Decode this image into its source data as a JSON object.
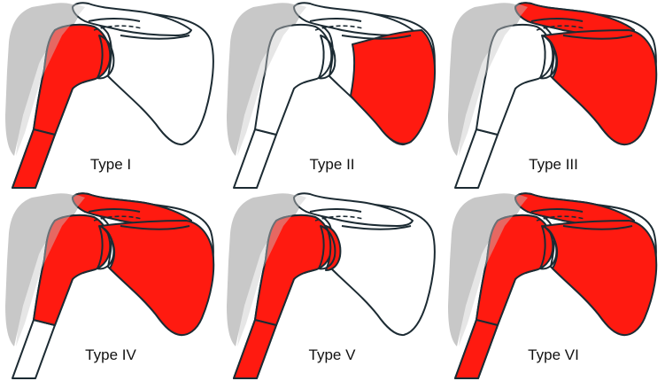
{
  "colors": {
    "affected": "#ff1a10",
    "bone_outline": "#1c2b33",
    "shadow": "#c8c8c8",
    "background": "#ffffff"
  },
  "panels": [
    {
      "label": "Type I",
      "regions": [
        "humeral-head",
        "humeral-shaft"
      ]
    },
    {
      "label": "Type II",
      "regions": [
        "scapular-body"
      ]
    },
    {
      "label": "Type III",
      "regions": [
        "acromion",
        "glenoid-scapula"
      ]
    },
    {
      "label": "Type IV",
      "regions": [
        "humeral-head",
        "acromion",
        "glenoid-scapula"
      ]
    },
    {
      "label": "Type V",
      "regions": [
        "humeral-head",
        "humeral-shaft",
        "glenoid-rim"
      ]
    },
    {
      "label": "Type VI",
      "regions": [
        "humeral-head",
        "humeral-shaft",
        "acromion",
        "glenoid-scapula"
      ]
    }
  ]
}
